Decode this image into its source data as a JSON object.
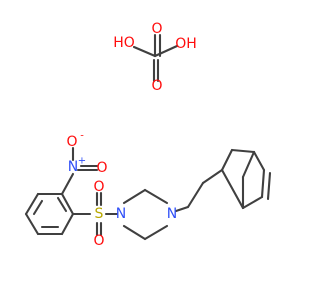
{
  "molecule": {
    "colors": {
      "bond": "#404040",
      "oxygen": "#ff0d0d",
      "nitrogen": "#3050f8",
      "sulfur": "#b8a800"
    },
    "atoms": {
      "oxalic_o1": {
        "text": "HO",
        "element": "O"
      },
      "oxalic_o2": {
        "text": "O",
        "element": "O"
      },
      "oxalic_o3": {
        "text": "OH",
        "element": "O"
      },
      "oxalic_o4": {
        "text": "O",
        "element": "O"
      },
      "nitro_o1": {
        "text": "O",
        "element": "O"
      },
      "nitro_o1_charge": {
        "text": "-",
        "element": "O"
      },
      "nitro_n": {
        "text": "N",
        "element": "N"
      },
      "nitro_n_charge": {
        "text": "+",
        "element": "N"
      },
      "nitro_o2": {
        "text": "O",
        "element": "O"
      },
      "sulfonyl_o1": {
        "text": "O",
        "element": "O"
      },
      "sulfonyl_s": {
        "text": "S",
        "element": "S"
      },
      "sulfonyl_o2": {
        "text": "O",
        "element": "O"
      },
      "piperazine_n1": {
        "text": "N",
        "element": "N"
      },
      "piperazine_n2": {
        "text": "N",
        "element": "N"
      }
    }
  }
}
